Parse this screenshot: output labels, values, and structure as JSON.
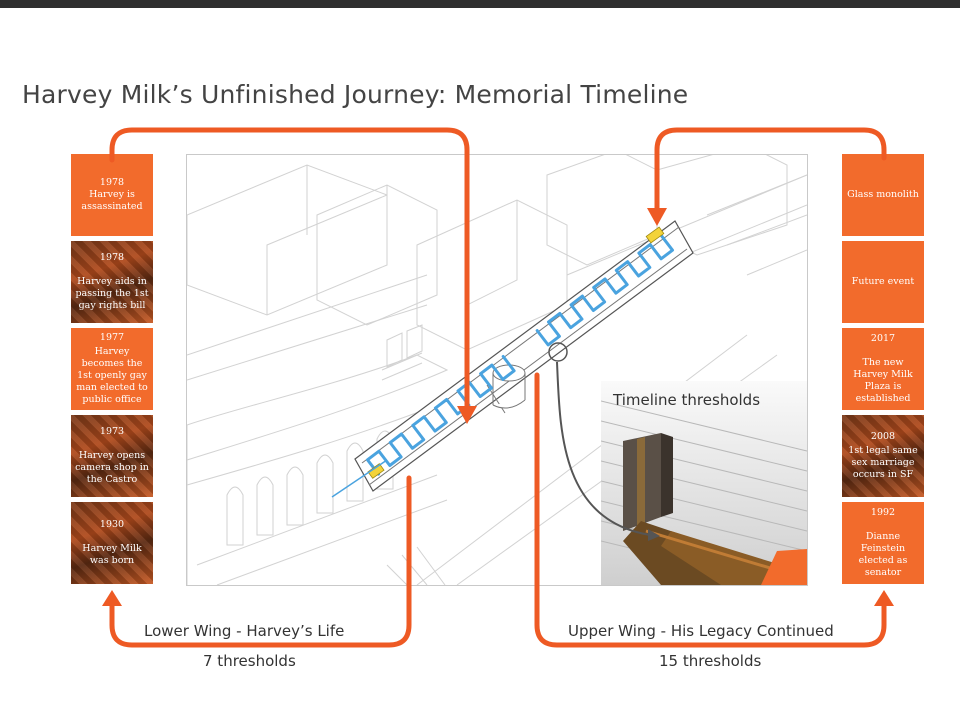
{
  "title": "Harvey Milk’s Unfinished Journey: Memorial Timeline",
  "inset_label": "Timeline thresholds",
  "lower_wing": {
    "label": "Lower Wing - Harvey’s Life",
    "count": "7 thresholds"
  },
  "upper_wing": {
    "label": "Upper Wing - His Legacy Continued",
    "count": "15 thresholds"
  },
  "left_cards": [
    {
      "year": "1978",
      "text": "Harvey is assassinated"
    },
    {
      "year": "1978",
      "text": "Harvey aids in passing the 1st gay rights bill"
    },
    {
      "year": "1977",
      "text": "Harvey becomes the 1st openly gay man elected to public office"
    },
    {
      "year": "1973",
      "text": "Harvey opens camera shop in the Castro"
    },
    {
      "year": "1930",
      "text": "Harvey Milk was born"
    }
  ],
  "right_cards": [
    {
      "year": "",
      "text": "Glass monolith"
    },
    {
      "year": "",
      "text": "Future event"
    },
    {
      "year": "2017",
      "text": "The new Harvey Milk Plaza is established"
    },
    {
      "year": "2008",
      "text": "1st legal same sex marriage occurs in SF"
    },
    {
      "year": "1992",
      "text": "Dianne Feinstein elected as senator"
    }
  ],
  "colors": {
    "accent": "#f26b2c",
    "arrow": "#ee5a24",
    "path": "#4aa3df"
  }
}
